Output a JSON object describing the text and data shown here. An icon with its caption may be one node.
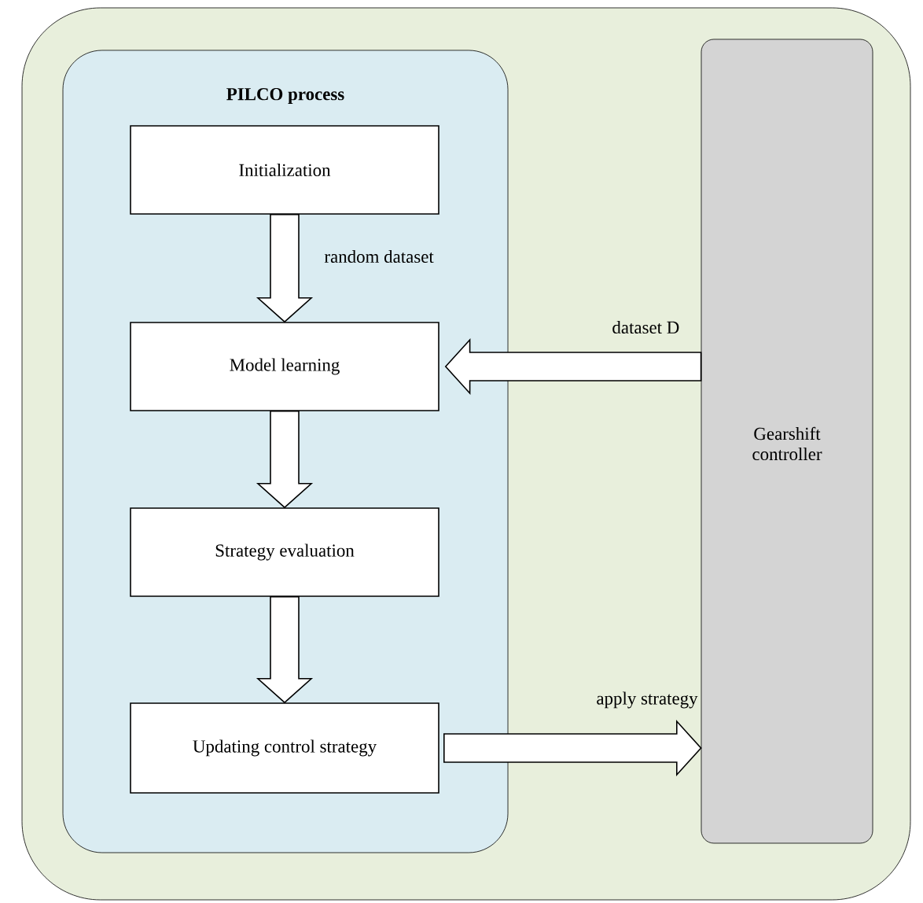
{
  "diagram": {
    "nodes": [
      {
        "text": [],
        "shape": "box"
      },
      {
        "text": [
          "PILCO process"
        ],
        "in": 0
      },
      {
        "text": [
          "Initialization"
        ],
        "in": 1
      },
      {
        "text": [
          "Model learning"
        ],
        "in": 1
      },
      {
        "text": [
          "Strategy evaluation"
        ],
        "in": 1
      },
      {
        "text": [
          "Updating control strategy"
        ],
        "in": 1
      },
      {
        "text": [
          "Gearshift controller"
        ],
        "in": 0
      }
    ],
    "edges": [
      {
        "from": 2,
        "to": 3,
        "arrow": "to",
        "label": "random  dataset"
      },
      {
        "from": 3,
        "to": 4,
        "arrow": "to"
      },
      {
        "from": 4,
        "to": 5,
        "arrow": "to"
      },
      {
        "from": 6,
        "to": 3,
        "arrow": "to",
        "label": "dataset D"
      },
      {
        "from": 5,
        "to": 6,
        "arrow": "to",
        "label": "apply strategy"
      }
    ]
  }
}
